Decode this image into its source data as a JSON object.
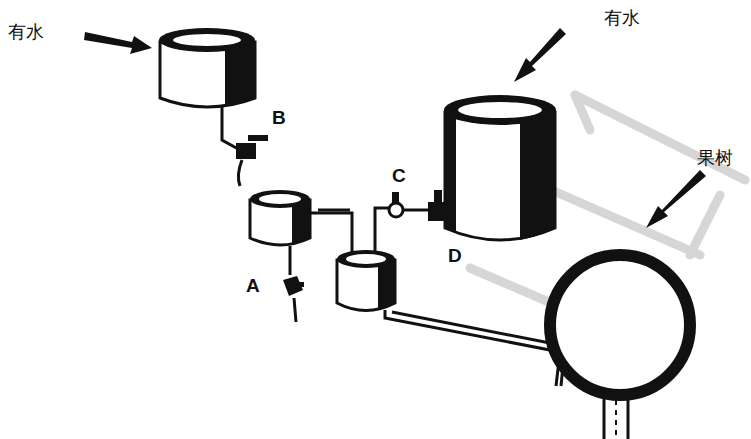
{
  "diagram": {
    "labels": [
      "有水",
      "有水",
      "B",
      "果树",
      "C",
      "D",
      "A"
    ]
  }
}
